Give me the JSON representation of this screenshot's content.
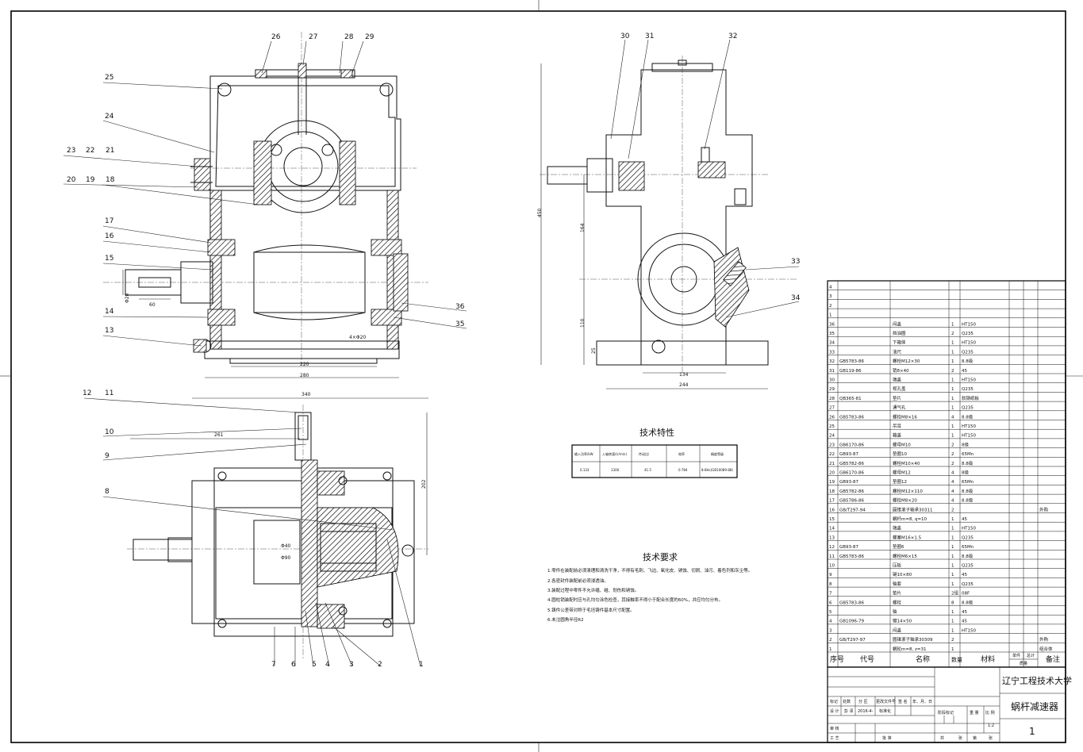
{
  "callouts_front": [
    "26",
    "27",
    "28",
    "29",
    "25",
    "24",
    "23",
    "22",
    "21",
    "20",
    "19",
    "18",
    "17",
    "16",
    "15",
    "14",
    "13",
    "36",
    "35"
  ],
  "callouts_side": [
    "30",
    "31",
    "32",
    "33",
    "34"
  ],
  "callouts_top": [
    "12",
    "11",
    "10",
    "9",
    "8",
    "7",
    "6",
    "5",
    "4",
    "3",
    "2",
    "1"
  ],
  "dims_front": {
    "d1": "60",
    "d2": "Φ28",
    "d3": "220",
    "d4": "280",
    "d5": "4×Φ20"
  },
  "dims_side": {
    "d1": "450",
    "d2": "164",
    "d3": "110",
    "d4": "25",
    "d5": "134",
    "d6": "244"
  },
  "dims_top": {
    "d1": "340",
    "d2": "261",
    "d3": "202",
    "d4": "Φ40",
    "d5": "Φ90"
  },
  "tech_spec": {
    "title": "技术特性",
    "headers": [
      "输入功率/kW",
      "入轴转速/(r/min)",
      "传动比i",
      "效率",
      "精度等级"
    ],
    "values": [
      "0.133",
      "1300",
      "41.5",
      "0.784",
      "8-8Hc(GB10089-88)"
    ]
  },
  "tech_req": {
    "title": "技术要求",
    "items": [
      "1.零件在装配前必须清理和清洗干净，不得有毛刺、飞边、氧化皮、锈蚀、切屑、油污、着色剂和灰尘等。",
      "2.各密封件装配前必须浸透油。",
      "3.装配过程中零件不允许磕、碰、划伤和锈蚀。",
      "4.圆柱销装配时应与孔均匀涂色检查，其接触率不得小于配合长度的60%，并应均匀分布。",
      "5.铸件公差带对称于毛坯铸件基本尺寸配置。",
      "6.未注圆角半径R2"
    ]
  },
  "bom": {
    "header": {
      "seq": "序号",
      "code": "代号",
      "name": "名称",
      "qty": "数量",
      "material": "材料",
      "unit": "单件",
      "total": "总计",
      "mass": "质量",
      "remark": "备注"
    },
    "rows": [
      {
        "n": "4",
        "code": "",
        "name": "",
        "qty": "",
        "mat": "",
        "rem": ""
      },
      {
        "n": "3",
        "code": "",
        "name": "",
        "qty": "",
        "mat": "",
        "rem": ""
      },
      {
        "n": "2",
        "code": "",
        "name": "",
        "qty": "",
        "mat": "",
        "rem": ""
      },
      {
        "n": "1",
        "code": "",
        "name": "",
        "qty": "",
        "mat": "",
        "rem": ""
      },
      {
        "n": "36",
        "code": "",
        "name": "闷盖",
        "qty": "1",
        "mat": "HT150",
        "rem": ""
      },
      {
        "n": "35",
        "code": "",
        "name": "挡油圈",
        "qty": "2",
        "mat": "Q235",
        "rem": ""
      },
      {
        "n": "34",
        "code": "",
        "name": "下箱体",
        "qty": "1",
        "mat": "HT150",
        "rem": ""
      },
      {
        "n": "33",
        "code": "",
        "name": "油尺",
        "qty": "1",
        "mat": "Q235",
        "rem": ""
      },
      {
        "n": "32",
        "code": "GB5783-86",
        "name": "螺栓M12×30",
        "qty": "1",
        "mat": "8.8级",
        "rem": ""
      },
      {
        "n": "31",
        "code": "GB119-86",
        "name": "销8×40",
        "qty": "2",
        "mat": "45",
        "rem": ""
      },
      {
        "n": "30",
        "code": "",
        "name": "端盖",
        "qty": "1",
        "mat": "HT150",
        "rem": ""
      },
      {
        "n": "29",
        "code": "",
        "name": "视孔盖",
        "qty": "1",
        "mat": "Q235",
        "rem": ""
      },
      {
        "n": "28",
        "code": "QB365-81",
        "name": "垫片",
        "qty": "1",
        "mat": "软钢纸板",
        "rem": ""
      },
      {
        "n": "27",
        "code": "",
        "name": "通气孔",
        "qty": "1",
        "mat": "Q235",
        "rem": ""
      },
      {
        "n": "26",
        "code": "GB5783-86",
        "name": "螺栓M8×16",
        "qty": "4",
        "mat": "8.8级",
        "rem": ""
      },
      {
        "n": "25",
        "code": "",
        "name": "吊耳",
        "qty": "1",
        "mat": "HT150",
        "rem": ""
      },
      {
        "n": "24",
        "code": "",
        "name": "箱盖",
        "qty": "1",
        "mat": "HT150",
        "rem": ""
      },
      {
        "n": "23",
        "code": "GB6170-86",
        "name": "螺母M10",
        "qty": "2",
        "mat": "8级",
        "rem": ""
      },
      {
        "n": "22",
        "code": "GB93-87",
        "name": "垫圈10",
        "qty": "2",
        "mat": "65Mn",
        "rem": ""
      },
      {
        "n": "21",
        "code": "GB5782-86",
        "name": "螺栓M10×40",
        "qty": "2",
        "mat": "8.8级",
        "rem": ""
      },
      {
        "n": "20",
        "code": "GB6170-86",
        "name": "螺母M12",
        "qty": "4",
        "mat": "8级",
        "rem": ""
      },
      {
        "n": "19",
        "code": "GB93-87",
        "name": "垫圈12",
        "qty": "4",
        "mat": "65Mn",
        "rem": ""
      },
      {
        "n": "18",
        "code": "GB5782-86",
        "name": "螺栓M12×110",
        "qty": "4",
        "mat": "8.8级",
        "rem": ""
      },
      {
        "n": "17",
        "code": "GB5786-86",
        "name": "螺栓M8×20",
        "qty": "4",
        "mat": "8.8级",
        "rem": ""
      },
      {
        "n": "16",
        "code": "GB/T297-94",
        "name": "圆锥滚子轴承30311",
        "qty": "2",
        "mat": "",
        "rem": "外购"
      },
      {
        "n": "15",
        "code": "",
        "name": "蜗杆m=8, q=10",
        "qty": "1",
        "mat": "45",
        "rem": ""
      },
      {
        "n": "14",
        "code": "",
        "name": "端盖",
        "qty": "1",
        "mat": "HT150",
        "rem": ""
      },
      {
        "n": "13",
        "code": "",
        "name": "螺塞M16×1.5",
        "qty": "1",
        "mat": "Q235",
        "rem": ""
      },
      {
        "n": "12",
        "code": "GB93-87",
        "name": "垫圈6",
        "qty": "1",
        "mat": "65Mn",
        "rem": ""
      },
      {
        "n": "11",
        "code": "GB5783-86",
        "name": "螺栓M6×15",
        "qty": "1",
        "mat": "8.8级",
        "rem": ""
      },
      {
        "n": "10",
        "code": "",
        "name": "压板",
        "qty": "1",
        "mat": "Q235",
        "rem": ""
      },
      {
        "n": "9",
        "code": "",
        "name": "键10×80",
        "qty": "1",
        "mat": "45",
        "rem": ""
      },
      {
        "n": "8",
        "code": "",
        "name": "轴套",
        "qty": "1",
        "mat": "Q235",
        "rem": ""
      },
      {
        "n": "7",
        "code": "",
        "name": "垫片",
        "qty": "2组",
        "mat": "08F",
        "rem": ""
      },
      {
        "n": "6",
        "code": "GB5783-86",
        "name": "螺栓",
        "qty": "8",
        "mat": "8.8级",
        "rem": ""
      },
      {
        "n": "5",
        "code": "",
        "name": "轴",
        "qty": "1",
        "mat": "45",
        "rem": ""
      },
      {
        "n": "4",
        "code": "GB1096-79",
        "name": "键14×50",
        "qty": "1",
        "mat": "45",
        "rem": ""
      },
      {
        "n": "3",
        "code": "",
        "name": "闷盖",
        "qty": "1",
        "mat": "HT150",
        "rem": ""
      },
      {
        "n": "2",
        "code": "GB/T297-97",
        "name": "圆锥滚子轴承30309",
        "qty": "2",
        "mat": "",
        "rem": "外购"
      },
      {
        "n": "1",
        "code": "",
        "name": "蜗轮m=8, z=31",
        "qty": "1",
        "mat": "",
        "rem": "组合体"
      }
    ]
  },
  "title_block": {
    "school": "辽宁工程技术大学",
    "drawing_name": "蜗杆减速器",
    "sheet_no": "1",
    "scale": "1:2",
    "row_labels": {
      "mark": "标记",
      "count": "处数",
      "zone": "分 区",
      "docno": "更改文件号",
      "sign": "签 名",
      "date": "年、月、日"
    },
    "design_label": "设 计",
    "designer": "彭 泽",
    "design_date": "2016-4-",
    "std_label": "标准化",
    "stage_label": "阶段标记",
    "weight_label": "重 量",
    "scale_label": "比 例",
    "review_label": "审 核",
    "process_label": "工 艺",
    "approve_label": "批 准",
    "sheets_total": "共",
    "sheets_total_unit": "张",
    "sheet_label": "第",
    "sheet_unit": "张"
  }
}
